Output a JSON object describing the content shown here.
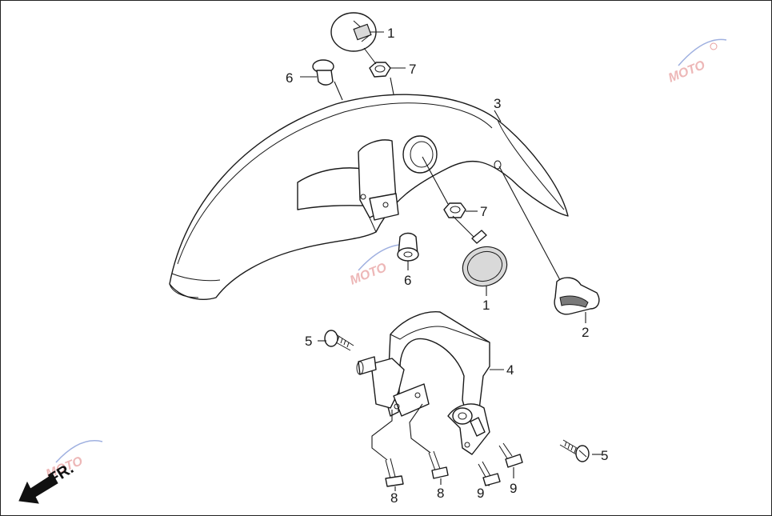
{
  "callouts": {
    "c1a": "1",
    "c7a": "7",
    "c6a": "6",
    "c3": "3",
    "c7b": "7",
    "c6b": "6",
    "c1b": "1",
    "c2": "2",
    "c5a": "5",
    "c4": "4",
    "c5b": "5",
    "c8a": "8",
    "c8b": "8",
    "c9a": "9",
    "c9b": "9"
  },
  "direction_label": "FR.",
  "watermark": "MOTO"
}
